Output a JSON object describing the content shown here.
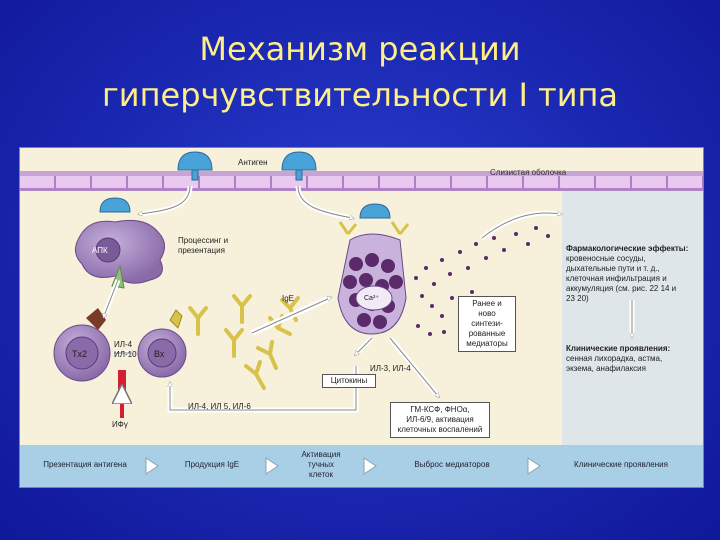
{
  "slide": {
    "title_line1": "Механизм реакции",
    "title_line2": "гиперчувствительности I типа"
  },
  "diagram": {
    "antigen_label": "Антиген",
    "mucosa_label": "Слизистая оболочка",
    "apc_label": "АПК",
    "processing_label_1": "Процессинг и",
    "processing_label_2": "презентация",
    "th2_label": "Tх2",
    "b_cell_label": "Вх",
    "il4_il10_label_1": "ИЛ-4",
    "il4_il10_label_2": "ИЛ-10",
    "ifn_label": "ИФγ",
    "ige_label": "IgE",
    "ca_label": "Ca²⁺",
    "mediators_label_1": "Ранее и",
    "mediators_label_2": "ново",
    "mediators_label_3": "синтези-",
    "mediators_label_4": "рованные",
    "mediators_label_5": "медиаторы",
    "cytokines_label": "Цитокины",
    "il3_il4_label": "ИЛ-3, ИЛ-4",
    "il_feedback_label": "ИЛ-4, ИЛ 5, ИЛ-6",
    "gmcsf_label_1": "ГМ-КСФ, ФНОα,",
    "gmcsf_label_2": "ИЛ-6/9, активация",
    "gmcsf_label_3": "клеточных воспалений",
    "pharm_effects_title": "Фармакологические эффекты:",
    "pharm_effects_text_1": "кровеносные сосуды,",
    "pharm_effects_text_2": "дыхательные пути и т. д.,",
    "pharm_effects_text_3": "клеточная инфильтрация и",
    "pharm_effects_text_4": "аккумуляция (см. рис. 22 14 и",
    "pharm_effects_text_5": "23 20)",
    "clinical_title": "Клинические проявления:",
    "clinical_text_1": "сенная лихорадка, астма,",
    "clinical_text_2": "экзема, анафилаксия"
  },
  "stages": [
    {
      "label_1": "Презентация антигена",
      "label_2": "",
      "label_3": ""
    },
    {
      "label_1": "Продукция IgE",
      "label_2": "",
      "label_3": ""
    },
    {
      "label_1": "Активация",
      "label_2": "тучных",
      "label_3": "клеток"
    },
    {
      "label_1": "Выброс медиаторов",
      "label_2": "",
      "label_3": ""
    },
    {
      "label_1": "Клинические проявления",
      "label_2": "",
      "label_3": ""
    }
  ],
  "colors": {
    "background": "#1a27b0",
    "title": "#ffee88",
    "antigen": "#4aa3d8",
    "cell_purple": "#9b7fb8",
    "mast_cell_granule": "#5a2a6a",
    "antibody": "#d9c24a",
    "arrow": "#ffffff",
    "inhibition": "#d22030"
  }
}
